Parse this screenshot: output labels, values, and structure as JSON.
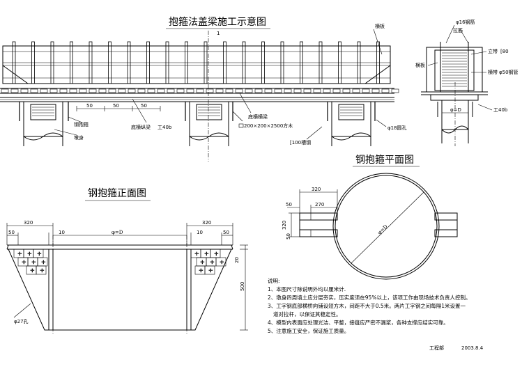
{
  "main_title": "抱箍法盖梁施工示意图",
  "labels": {
    "side_plank": "横板",
    "base_beam": "底横横梁",
    "wood": "200×200×2500方木",
    "base_longi": "底横纵梁",
    "i40b": "工40b",
    "steel_hoop": "钢抱箍",
    "pier": "墩身",
    "channel": "[100槽钢",
    "bolt_hole": "φ18圆孔",
    "d": "φ=D",
    "marker_1": "1"
  },
  "section": {
    "rebar": "φ16钢筋",
    "tie": "拉筋",
    "side_plank": "横板",
    "vertical_rib": "立带",
    "c80": "[80",
    "transverse": "横带",
    "pipe": "φ50钢管",
    "i40b": "工40b",
    "d": "φ=D"
  },
  "elevation_dims": [
    "50",
    "50",
    "50"
  ],
  "plan": {
    "title": "钢抱箍平面图",
    "dims": [
      "320",
      "270",
      "50",
      "50",
      "320"
    ],
    "d": "φ=D"
  },
  "front": {
    "title": "钢抱箍正面图",
    "dims": [
      "320",
      "50",
      "10",
      "φ=D",
      "10",
      "50",
      "320",
      "20",
      "500"
    ],
    "hole": "φ27孔"
  },
  "notes": {
    "head": "说明:",
    "items": [
      "1、本图尺寸除说明外均以厘米计.",
      "2、墩身四周填土应分层夯实，压实度须在95%以上，该项工作由现场技术负责人控制。",
      "3、工字钢底部横桥向铺设短方木，间距不大于0.5米。两片工字钢之间每隔1米设置一",
      "道对拉杆，以保证其稳定性。",
      "4、模型内表面应处理光洁、平整，接缝应严密不漏浆，各种支撑应结实可靠。",
      "5、注意施工安全，保证施工质量。"
    ]
  },
  "footer": {
    "dept": "工程部",
    "date": "2003.8.4"
  }
}
